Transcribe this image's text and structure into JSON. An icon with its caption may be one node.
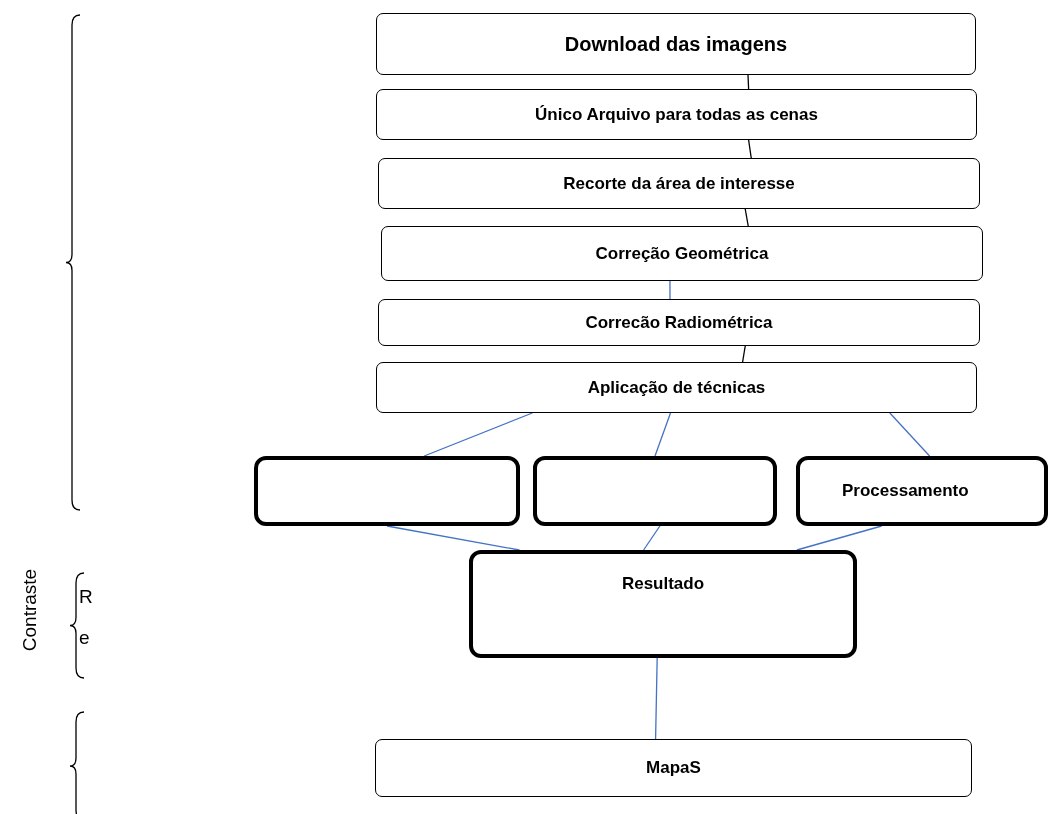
{
  "diagram": {
    "nodes": [
      {
        "text": [
          "Download das imagens"
        ]
      },
      {
        "text": [
          "Único Arquivo para todas as cenas"
        ]
      },
      {
        "text": [
          "Recorte da área de interesse"
        ]
      },
      {
        "text": [
          "Correção Geométrica"
        ]
      },
      {
        "text": [
          "Correcão Radiométrica"
        ]
      },
      {
        "text": [
          "Aplicação de técnicas"
        ]
      },
      {
        "text": [],
        "shape": "box"
      },
      {
        "text": [],
        "shape": "box"
      },
      {
        "text": [
          "Processamento"
        ]
      },
      {
        "text": [
          "Resultado"
        ]
      },
      {
        "text": [
          "MapaS"
        ]
      }
    ],
    "edges": [
      {
        "from": 0,
        "to": 1,
        "arrow": "none",
        "color": "#000000"
      },
      {
        "from": 1,
        "to": 2,
        "arrow": "none",
        "color": "#000000"
      },
      {
        "from": 2,
        "to": 3,
        "arrow": "none",
        "color": "#000000"
      },
      {
        "from": 3,
        "to": 4,
        "arrow": "none"
      },
      {
        "from": 4,
        "to": 5,
        "arrow": "none",
        "color": "#000000"
      },
      {
        "from": 5,
        "to": 6,
        "arrow": "none"
      },
      {
        "from": 5,
        "to": 7,
        "arrow": "none"
      },
      {
        "from": 5,
        "to": 8,
        "arrow": "none"
      },
      {
        "from": 6,
        "to": 9,
        "arrow": "none"
      },
      {
        "from": 7,
        "to": 9,
        "arrow": "none"
      },
      {
        "from": 8,
        "to": 9,
        "arrow": "none"
      },
      {
        "from": 9,
        "to": 10,
        "arrow": "none"
      }
    ],
    "labels": [
      "Contraste",
      "R",
      "e"
    ]
  }
}
